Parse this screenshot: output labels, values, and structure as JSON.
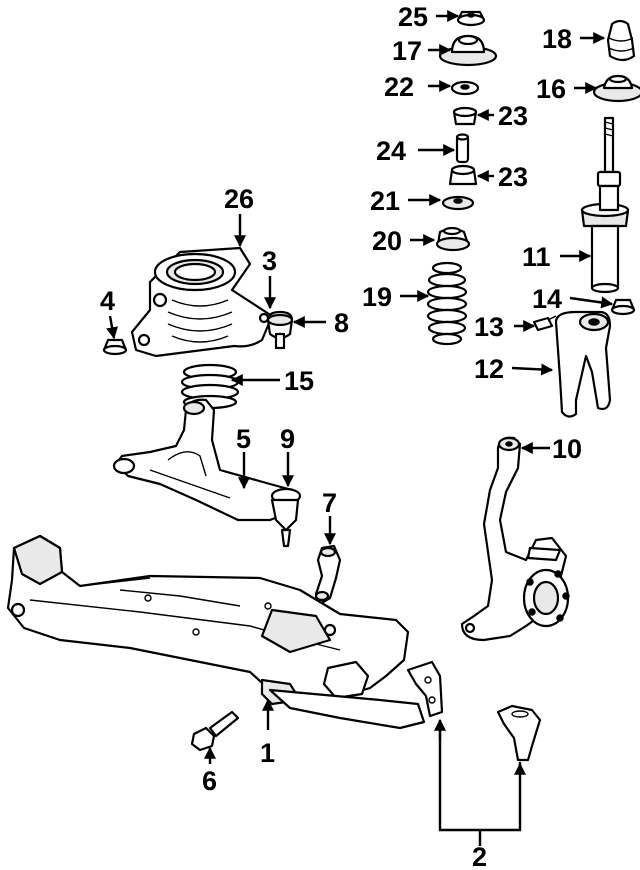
{
  "callouts": {
    "c1": "1",
    "c2": "2",
    "c3": "3",
    "c4": "4",
    "c5": "5",
    "c6": "6",
    "c7": "7",
    "c8": "8",
    "c9": "9",
    "c10": "10",
    "c11": "11",
    "c12": "12",
    "c13": "13",
    "c14": "14",
    "c15": "15",
    "c16": "16",
    "c17": "17",
    "c18": "18",
    "c19": "19",
    "c20": "20",
    "c21": "21",
    "c22": "22",
    "c23a": "23",
    "c23b": "23",
    "c24": "24",
    "c25": "25",
    "c26": "26"
  },
  "colors": {
    "line": "#000000",
    "background": "#ffffff",
    "shade": "#e9e9e9"
  }
}
